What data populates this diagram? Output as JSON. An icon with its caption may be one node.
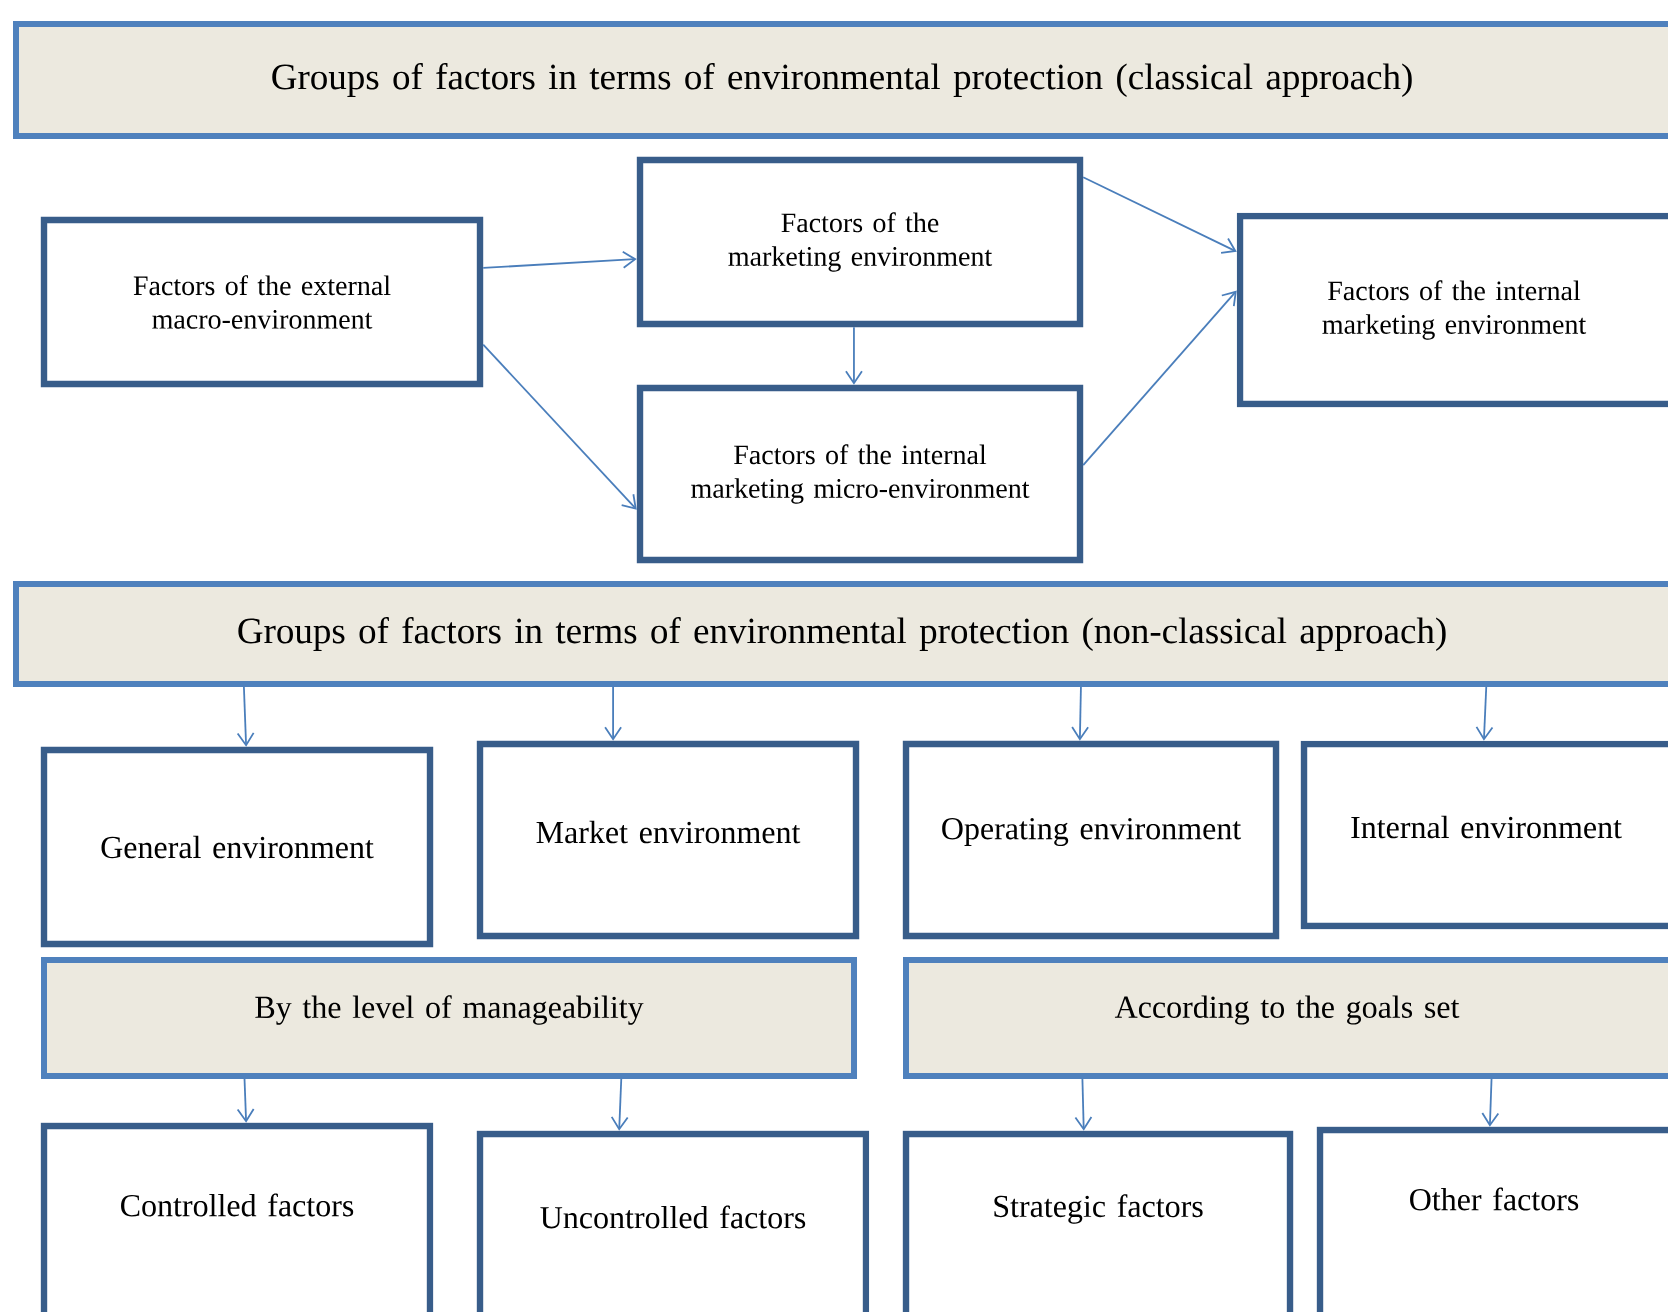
{
  "diagram": {
    "nodes": [
      {
        "text": [
          "Groups of factors in terms of environmental protection (classical approach)"
        ]
      },
      {
        "text": [
          "Factors of the external macro-environment"
        ]
      },
      {
        "text": [
          "Factors of the marketing environment"
        ]
      },
      {
        "text": [
          "Factors of the internal marketing micro-environment"
        ]
      },
      {
        "text": [
          "Factors of the internal marketing environment"
        ]
      },
      {
        "text": [
          "Groups of factors in terms of environmental protection (non-classical approach)"
        ]
      },
      {
        "text": [
          "General environment"
        ]
      },
      {
        "text": [
          "Market environment"
        ]
      },
      {
        "text": [
          "Operating environment"
        ]
      },
      {
        "text": [
          "Internal environment"
        ]
      },
      {
        "text": [
          "By the level of manageability"
        ]
      },
      {
        "text": [
          "According to the goals set"
        ]
      },
      {
        "text": [
          "Controlled factors"
        ]
      },
      {
        "text": [
          "Uncontrolled factors"
        ]
      },
      {
        "text": [
          "Strategic factors"
        ]
      },
      {
        "text": [
          "Other factors"
        ]
      }
    ],
    "edges": [
      {
        "from": 1,
        "to": 2,
        "arrow": "to"
      },
      {
        "from": 1,
        "to": 3,
        "arrow": "to"
      },
      {
        "from": 2,
        "to": 3,
        "arrow": "to"
      },
      {
        "from": 2,
        "to": 4,
        "arrow": "to"
      },
      {
        "from": 3,
        "to": 4,
        "arrow": "to"
      },
      {
        "from": 5,
        "to": 6,
        "arrow": "to"
      },
      {
        "from": 5,
        "to": 7,
        "arrow": "to"
      },
      {
        "from": 5,
        "to": 8,
        "arrow": "to"
      },
      {
        "from": 5,
        "to": 9,
        "arrow": "to"
      },
      {
        "from": 10,
        "to": 12,
        "arrow": "to"
      },
      {
        "from": 10,
        "to": 13,
        "arrow": "to"
      },
      {
        "from": 11,
        "to": 14,
        "arrow": "to"
      },
      {
        "from": 11,
        "to": 15,
        "arrow": "to"
      }
    ]
  }
}
